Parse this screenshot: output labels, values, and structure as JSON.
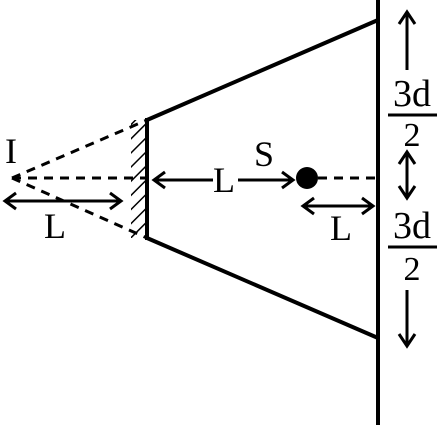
{
  "labels": {
    "image": "I",
    "source": "S",
    "distance_mirror_to_image": "L",
    "distance_mirror_to_source": "L",
    "distance_source_to_screen": "L",
    "fraction_top_numerator": "3d",
    "fraction_top_denominator": "2",
    "fraction_bottom_numerator": "3d",
    "fraction_bottom_denominator": "2"
  },
  "colors": {
    "ink": "#000000",
    "background": "#ffffff"
  }
}
